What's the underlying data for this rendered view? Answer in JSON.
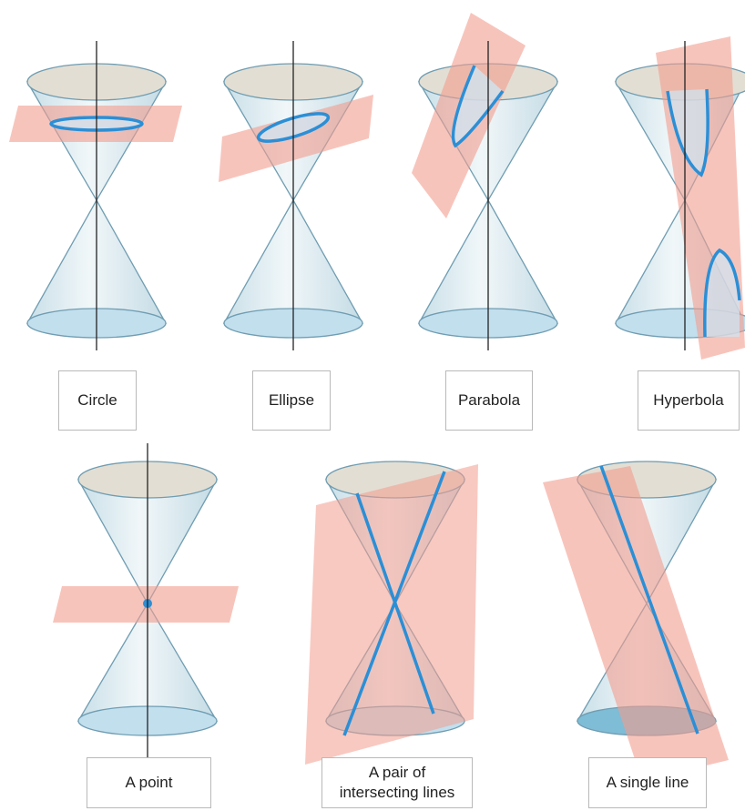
{
  "captions": {
    "circle": "Circle",
    "ellipse": "Ellipse",
    "parabola": "Parabola",
    "hyperbola": "Hyperbola",
    "point": "A point",
    "pair_of_lines": "A pair of\nintersecting lines",
    "single_line": "A single line"
  },
  "colors": {
    "cone_fill": "#dbeaf0",
    "cone_edge": "#6f9db2",
    "top_rim": "#e3ded3",
    "bottom_base": "#c2dfee",
    "plane_fill": "#f29c8e",
    "section_curve": "#2b8fd6",
    "axis": "#222222",
    "caption_border": "#b9b9b9"
  },
  "icons": {
    "cone": "double-cone-icon",
    "plane": "cutting-plane-icon"
  }
}
